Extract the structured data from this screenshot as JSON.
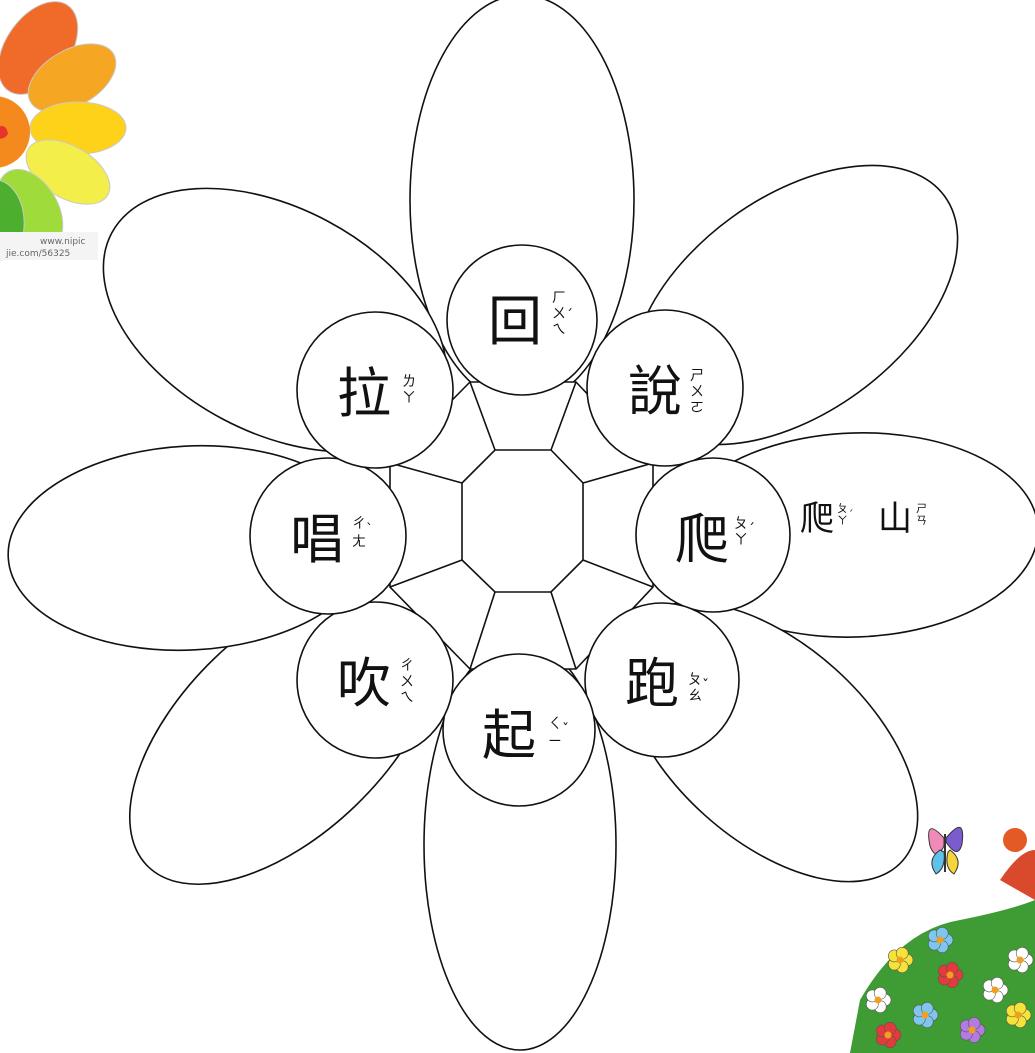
{
  "palette": {
    "outline": "#111111",
    "background": "#ffffff",
    "petal_colors": [
      "#f06a2a",
      "#f5a623",
      "#ffd21a",
      "#f3ee4a",
      "#9fdc3b",
      "#4caf2e"
    ],
    "face": "#e8322b"
  },
  "center": {
    "shape": "octagon",
    "inner_shape": "octagon"
  },
  "words": [
    {
      "id": "hui",
      "char": "回",
      "zhuyin": [
        "ㄏ",
        "ㄨ",
        "ㄟ"
      ],
      "tone": "ˊ"
    },
    {
      "id": "shuo",
      "char": "說",
      "zhuyin": [
        "ㄕ",
        "ㄨ",
        "ㄛ"
      ],
      "tone": ""
    },
    {
      "id": "pa",
      "char": "爬",
      "zhuyin": [
        "ㄆ",
        "ㄚ"
      ],
      "tone": "ˊ"
    },
    {
      "id": "pao",
      "char": "跑",
      "zhuyin": [
        "ㄆ",
        "ㄠ"
      ],
      "tone": "ˇ"
    },
    {
      "id": "qi",
      "char": "起",
      "zhuyin": [
        "ㄑ",
        "ㄧ"
      ],
      "tone": "ˇ"
    },
    {
      "id": "chui",
      "char": "吹",
      "zhuyin": [
        "ㄔ",
        "ㄨ",
        "ㄟ"
      ],
      "tone": ""
    },
    {
      "id": "chang",
      "char": "唱",
      "zhuyin": [
        "ㄔ",
        "ㄤ"
      ],
      "tone": "ˋ"
    },
    {
      "id": "la",
      "char": "拉",
      "zhuyin": [
        "ㄌ",
        "ㄚ"
      ],
      "tone": ""
    }
  ],
  "petal_answers": {
    "pa": [
      {
        "char": "爬",
        "zhuyin": [
          "ㄆ",
          "ㄚ"
        ],
        "tone": "ˊ"
      },
      {
        "char": "山",
        "zhuyin": [
          "ㄕ",
          "ㄢ"
        ],
        "tone": ""
      }
    ]
  },
  "watermark": {
    "line1": "www.nipic",
    "line2": "jie.com/56325"
  },
  "decorations": [
    "sun-flower-clipart",
    "butterfly-clipart",
    "flower-garden-clipart"
  ]
}
